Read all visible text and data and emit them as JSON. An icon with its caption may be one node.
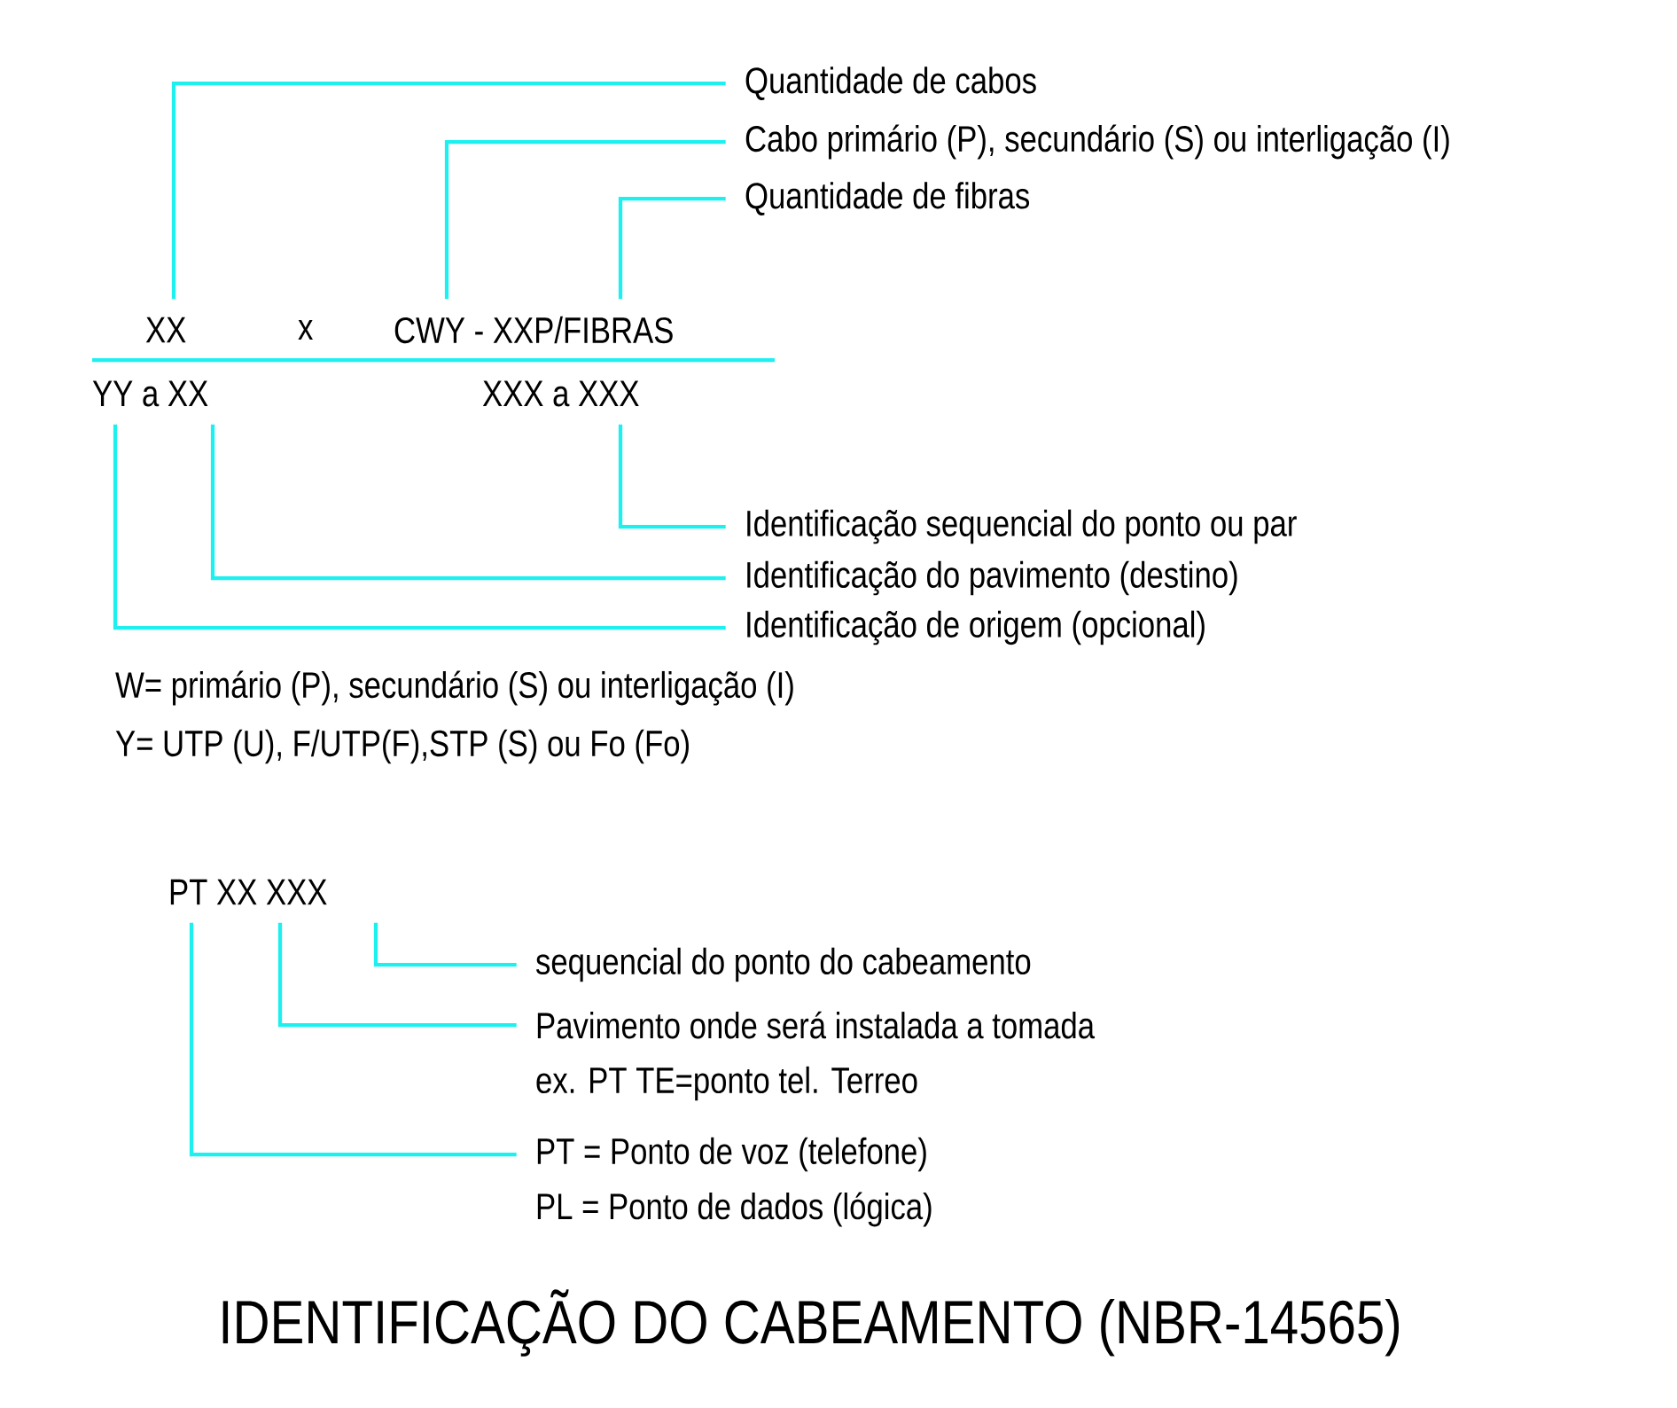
{
  "diagram": {
    "title": "IDENTIFICAÇÃO DO CABEAMENTO (NBR-14565)",
    "nodes": [
      {
        "text": [
          "Quantidade de cabos"
        ]
      },
      {
        "text": [
          "Cabo primário (P), secundário (S) ou interligação (I)"
        ]
      },
      {
        "text": [
          "Quantidade de fibras"
        ]
      },
      {
        "text": [
          "XX"
        ]
      },
      {
        "text": [
          "CWY - XXP/FIBRAS"
        ]
      },
      {
        "text": [
          "YY a XX"
        ]
      },
      {
        "text": [
          "XXX a XXX"
        ]
      },
      {
        "text": [
          "Identificação sequencial do ponto ou par"
        ]
      },
      {
        "text": [
          "Identificação do pavimento (destino)"
        ]
      },
      {
        "text": [
          "Identificação de origem (opcional)"
        ]
      },
      {
        "text": [
          "PT XX XXX"
        ]
      },
      {
        "text": [
          "sequencial do ponto do cabeamento"
        ]
      },
      {
        "text": [
          "Pavimento onde será instalada a tomada"
        ]
      },
      {
        "text": [
          "PT = Ponto de voz (telefone)"
        ]
      }
    ],
    "edges": [
      {
        "from": 0,
        "to": 3,
        "arrow": "none"
      },
      {
        "from": 1,
        "to": 4,
        "arrow": "none"
      },
      {
        "from": 2,
        "to": 4,
        "arrow": "none"
      },
      {
        "from": 7,
        "to": 6,
        "arrow": "none"
      },
      {
        "from": 8,
        "to": 5,
        "arrow": "none"
      },
      {
        "from": 9,
        "to": 5,
        "arrow": "none"
      },
      {
        "from": 11,
        "to": 10,
        "arrow": "none"
      },
      {
        "from": 12,
        "to": 10,
        "arrow": "none"
      },
      {
        "from": 13,
        "to": 10,
        "arrow": "none"
      }
    ],
    "labels": [
      "x",
      "W= primário (P), secundário (S) ou interligação (I)",
      "Y= UTP (U), F/UTP(F),STP (S) ou Fo (Fo)",
      "ex. PT TE=ponto tel. Terreo",
      "PL = Ponto de dados (lógica)"
    ]
  }
}
